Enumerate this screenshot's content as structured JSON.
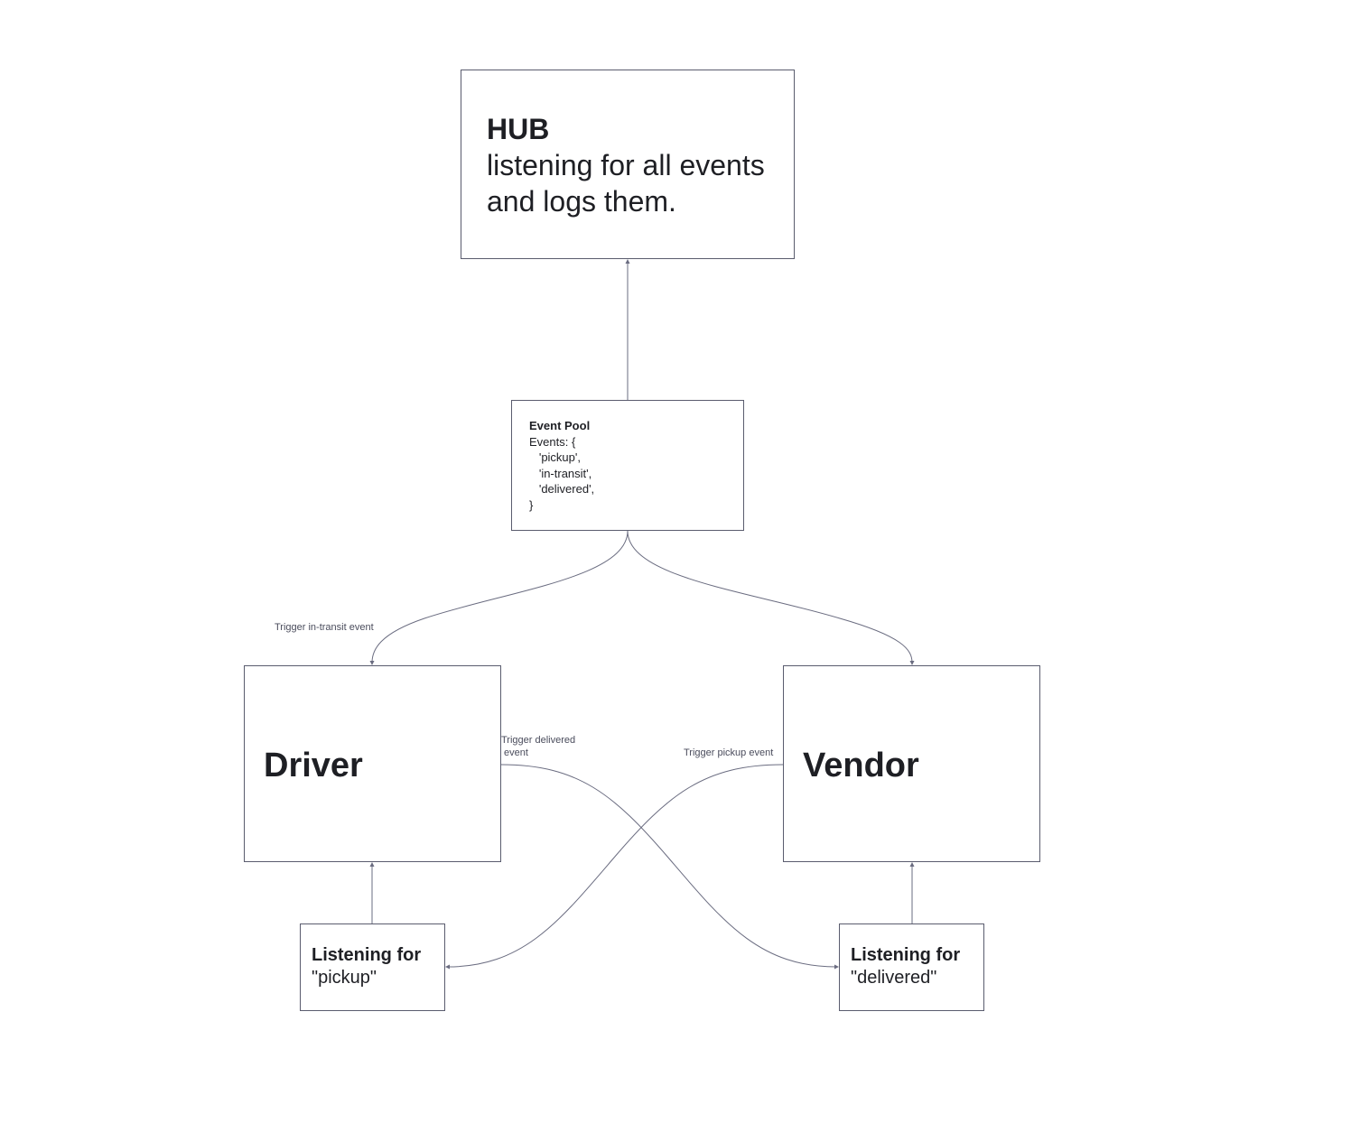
{
  "nodes": {
    "hub": {
      "title": "HUB",
      "body": "listening for all events\nand logs them."
    },
    "event_pool": {
      "title": "Event Pool",
      "body": "Events: {\n   'pickup',\n   'in-transit',\n   'delivered',\n}"
    },
    "driver": {
      "title": "Driver"
    },
    "vendor": {
      "title": "Vendor"
    },
    "listen_pickup": {
      "title": "Listening for",
      "body": "\"pickup\""
    },
    "listen_delivered": {
      "title": "Listening for",
      "body": "\"delivered\""
    }
  },
  "edges": [
    {
      "from": "event_pool",
      "to": "hub",
      "label": ""
    },
    {
      "from": "event_pool",
      "to": "driver",
      "label": "Trigger in-transit event"
    },
    {
      "from": "event_pool",
      "to": "vendor",
      "label": ""
    },
    {
      "from": "listen_pickup",
      "to": "driver",
      "label": ""
    },
    {
      "from": "listen_delivered",
      "to": "vendor",
      "label": ""
    },
    {
      "from": "driver",
      "to": "listen_delivered",
      "label": "Trigger delivered\n event"
    },
    {
      "from": "vendor",
      "to": "listen_pickup",
      "label": "Trigger pickup event"
    }
  ],
  "colors": {
    "border": "#5a5c6e",
    "edge": "#6a6c80",
    "text": "#1e1f24",
    "label": "#4a4c5c",
    "background": "#ffffff"
  }
}
